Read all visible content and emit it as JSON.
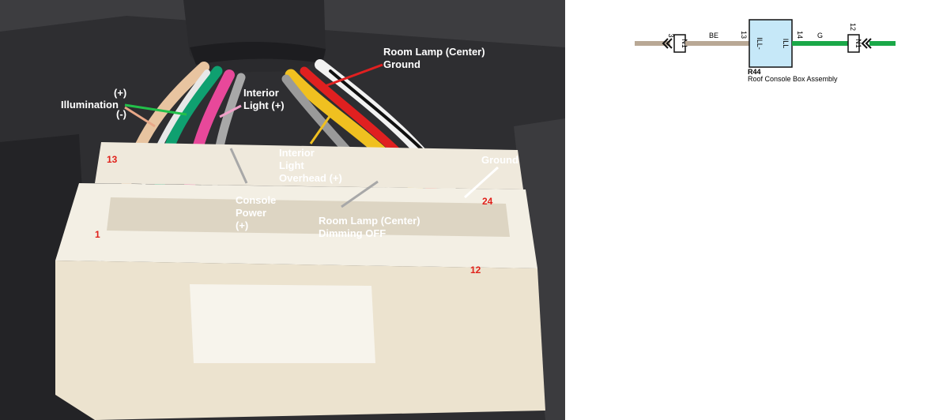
{
  "photo": {
    "labels": {
      "illumination": "Illumination",
      "illum_plus": "(+)",
      "illum_minus": "(-)",
      "interior_light": "Interior\nLight (+)",
      "room_lamp_ground": "Room Lamp (Center)\nGround",
      "interior_overhead": "Interior\nLight\nOverhead (+)",
      "console_power": "Console\nPower\n(+)",
      "room_lamp_dimming": "Room Lamp (Center)\nDimming OFF",
      "ground": "Ground"
    },
    "pins": {
      "p13": "13",
      "p1": "1",
      "p24": "24",
      "p12": "12"
    },
    "colors": {
      "tan": "#e8c4a0",
      "green": "#0fa070",
      "pink": "#e8489a",
      "yellow": "#f0c020",
      "red": "#e02020",
      "white": "#f2f2f2",
      "gray": "#9a9a9a",
      "black": "#101010",
      "pin_red": "#e0201a"
    }
  },
  "schematic": {
    "left_pin": "3",
    "left_conn": "N1",
    "left_wire": "BE",
    "box_pin_left": "13",
    "box_label_left": "ILL-",
    "box_label_right": "ILL",
    "box_pin_right": "14",
    "right_wire": "G",
    "right_pin": "12",
    "right_conn": "N1",
    "component_id": "R44",
    "component_name": "Roof Console Box Assembly",
    "colors": {
      "be": "#b9a895",
      "g": "#1aa848",
      "box": "#c6e8f8"
    }
  }
}
